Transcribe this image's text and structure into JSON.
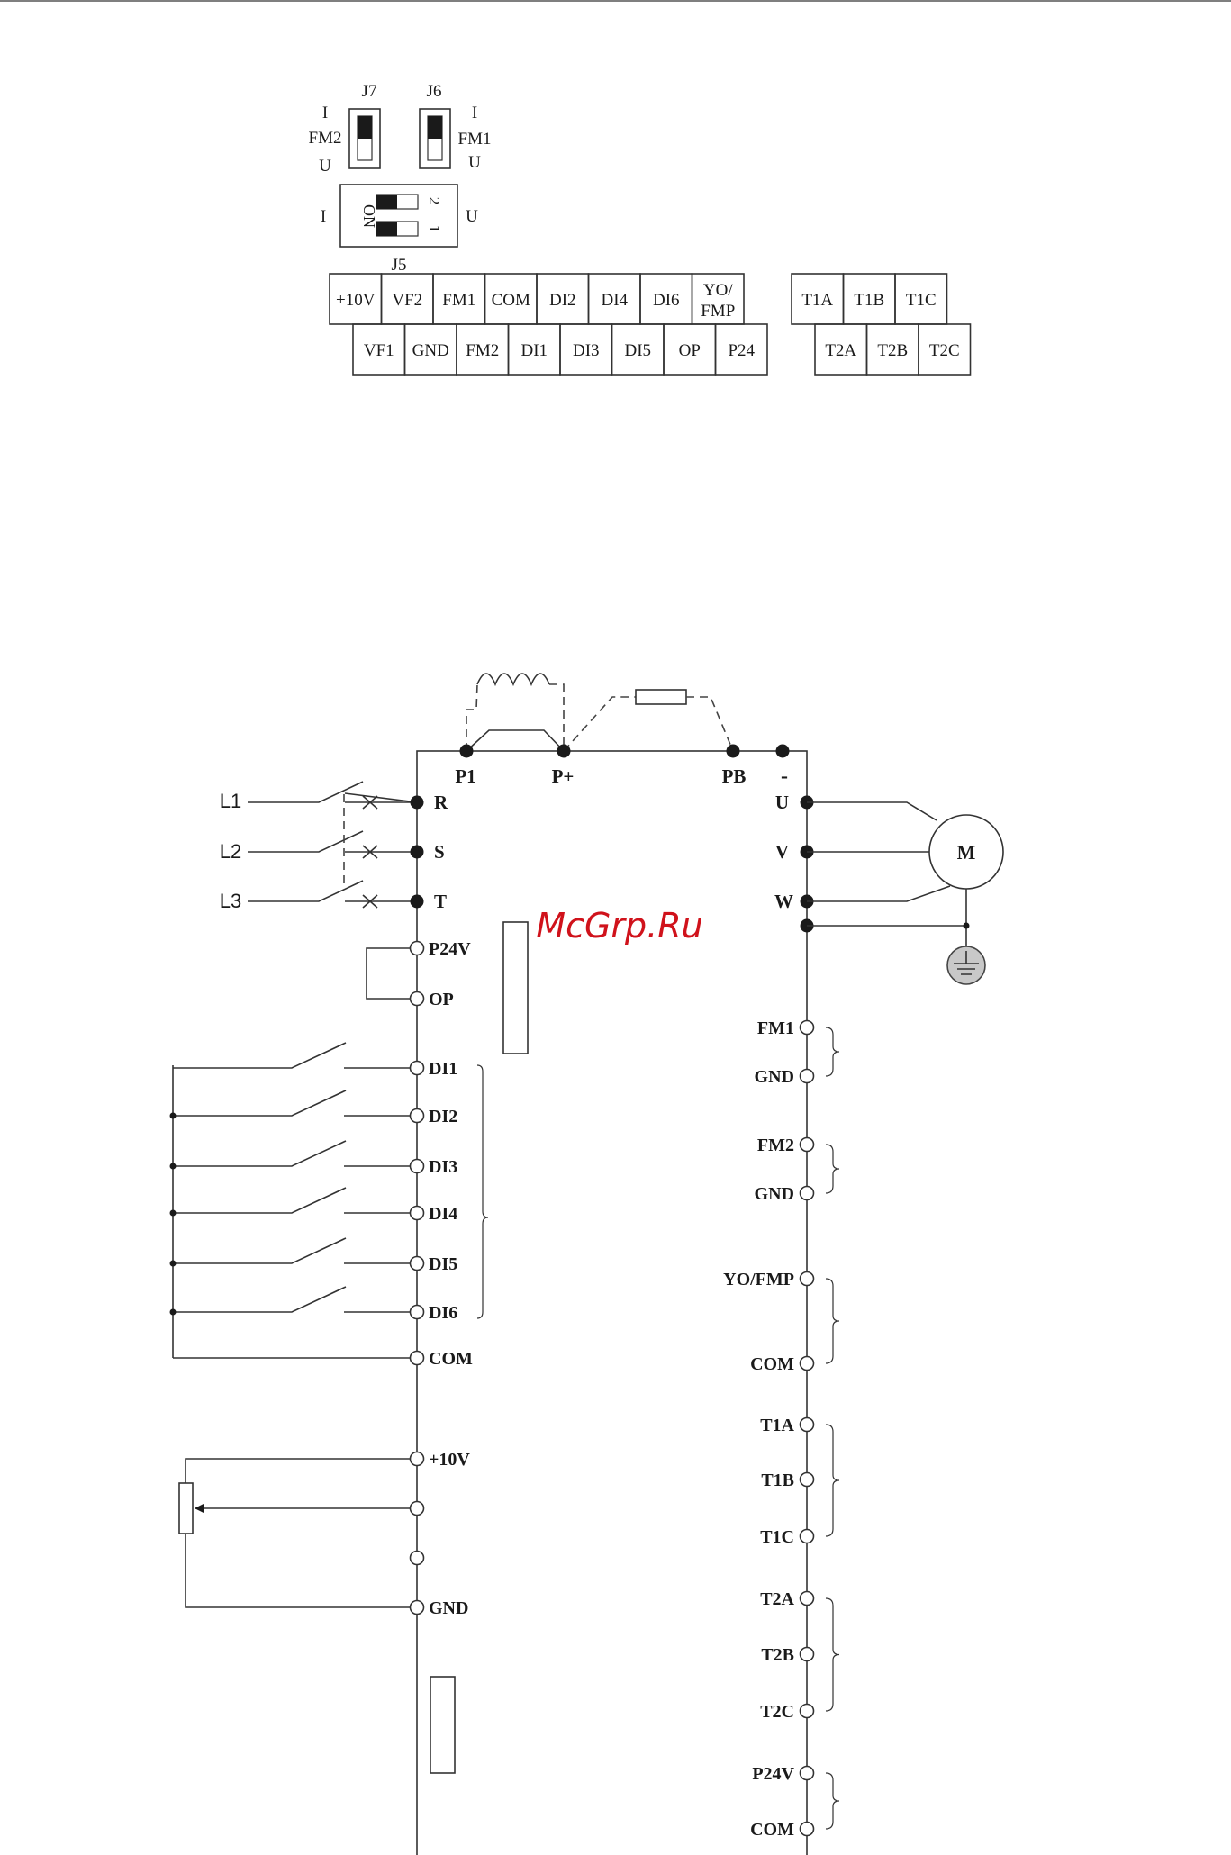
{
  "colors": {
    "line": "#333333",
    "text": "#1a1a1a",
    "watermark": "#d0121b",
    "ground_fill": "#c8c8c8"
  },
  "jumpers": {
    "j7": {
      "name": "J7",
      "top": "I",
      "mid": "FM2",
      "bottom": "U"
    },
    "j6": {
      "name": "J6",
      "top": "I",
      "mid": "FM1",
      "bottom": "U"
    },
    "j5": {
      "name": "J5",
      "left": "I",
      "right": "U",
      "on": "ON",
      "pin1": "1",
      "pin2": "2"
    }
  },
  "terminal_block": {
    "top_row": [
      "+10V",
      "VF2",
      "FM1",
      "COM",
      "DI2",
      "DI4",
      "DI6",
      "YO/",
      "FMP"
    ],
    "bottom_row": [
      "VF1",
      "GND",
      "FM2",
      "DI1",
      "DI3",
      "DI5",
      "OP",
      "P24"
    ],
    "relay_top": [
      "T1A",
      "T1B",
      "T1C"
    ],
    "relay_bottom": [
      "T2A",
      "T2B",
      "T2C"
    ]
  },
  "wiring": {
    "dc_terminals": [
      "P1",
      "P+",
      "PB",
      "-"
    ],
    "inputs": [
      "L1",
      "L2",
      "L3"
    ],
    "power_terminals": [
      "R",
      "S",
      "T"
    ],
    "motor_terminals": [
      "U",
      "V",
      "W"
    ],
    "motor": "M",
    "left_control": [
      "P24V",
      "OP",
      "DI1",
      "DI2",
      "DI3",
      "DI4",
      "DI5",
      "DI6",
      "COM",
      "+10V",
      "GND"
    ],
    "right_control": [
      "FM1",
      "GND",
      "FM2",
      "GND",
      "YO/FMP",
      "COM",
      "T1A",
      "T1B",
      "T1C",
      "T2A",
      "T2B",
      "T2C",
      "P24V",
      "COM"
    ]
  },
  "watermark": "McGrp.Ru"
}
